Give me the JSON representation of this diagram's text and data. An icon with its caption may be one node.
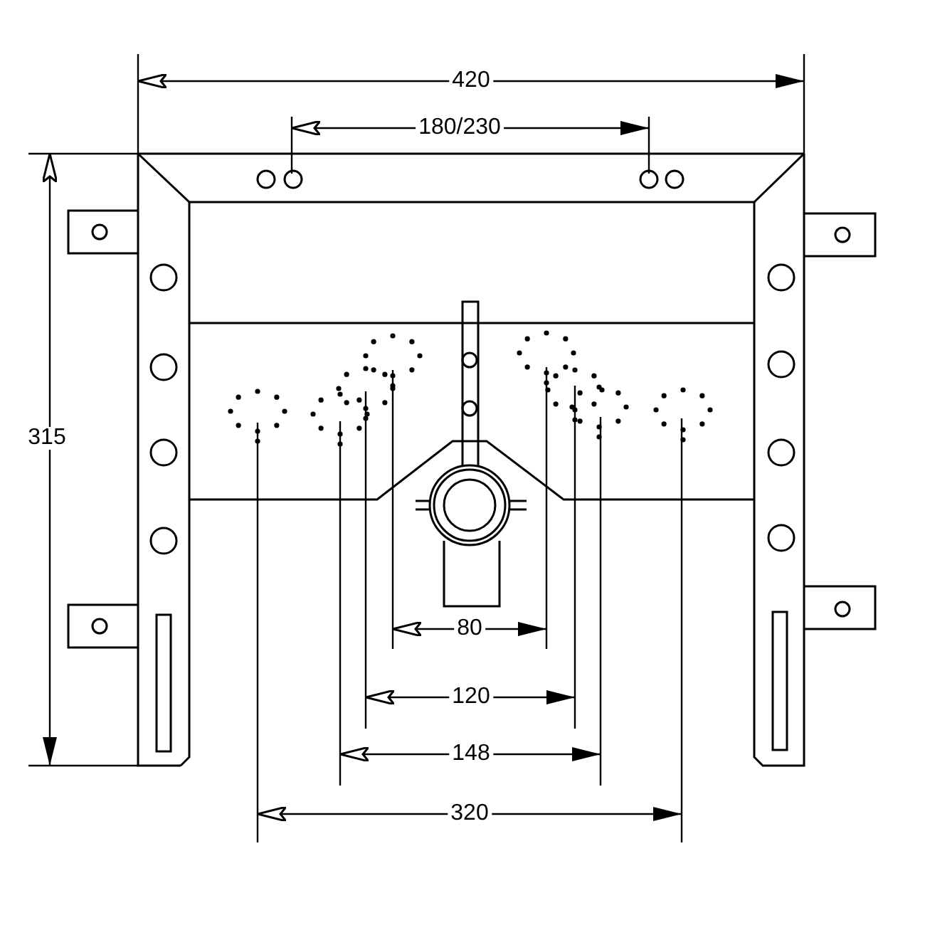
{
  "diagram": {
    "labels": [
      "420",
      "180/230",
      "315",
      "80",
      "120",
      "148",
      "320"
    ]
  }
}
